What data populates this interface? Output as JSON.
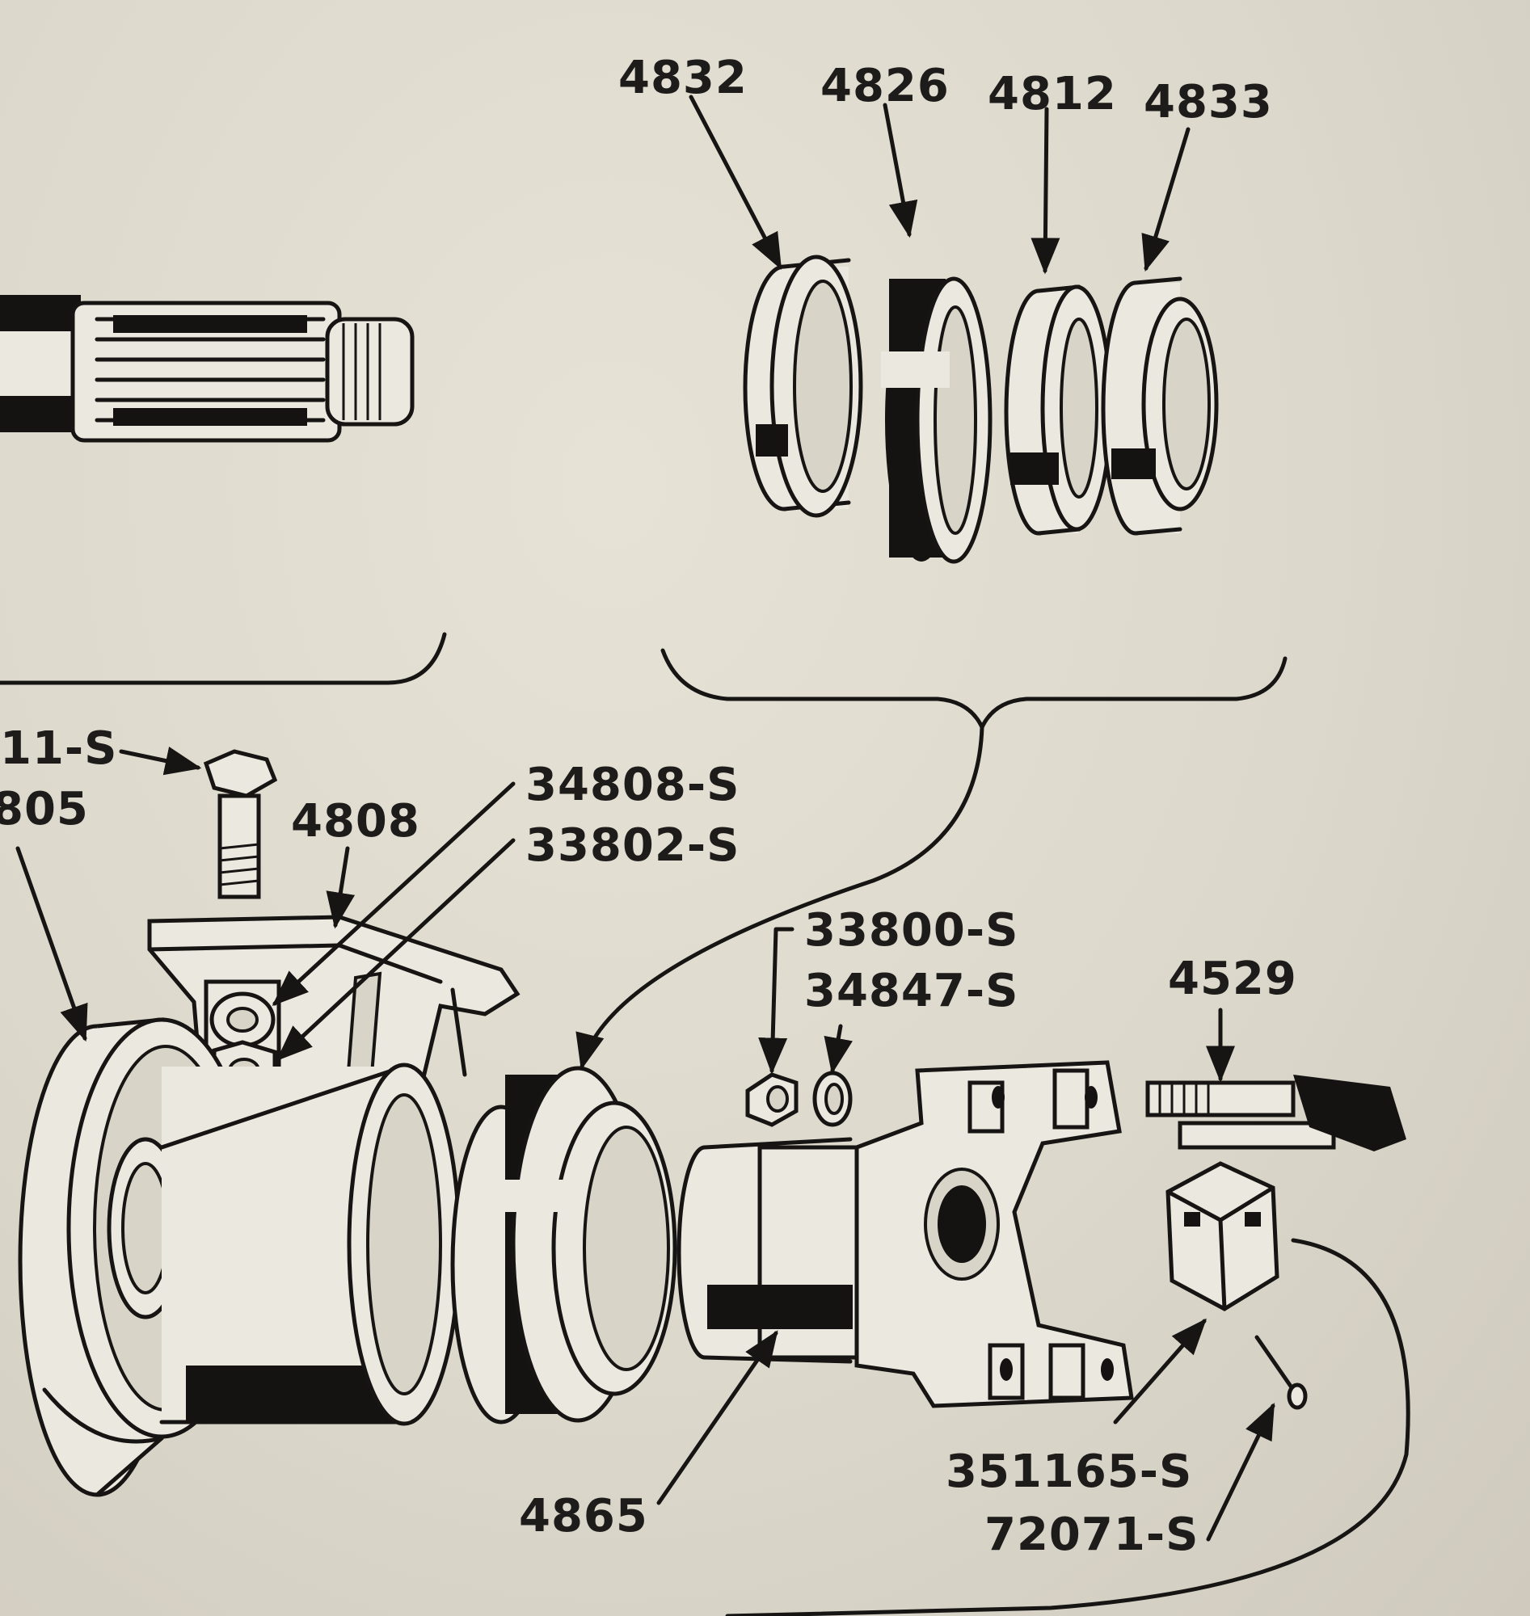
{
  "labels": {
    "p4832": "4832",
    "p4826": "4826",
    "p4812": "4812",
    "p4833": "4833",
    "p11s": "11-S",
    "p805": "805",
    "p4808": "4808",
    "p34808s": "34808-S",
    "p33802s": "33802-S",
    "p33800s": "33800-S",
    "p34847s": "34847-S",
    "p4529": "4529",
    "p4865": "4865",
    "p351165s": "351165-S",
    "p72071s": "72071-S"
  },
  "colors": {
    "paper": "#ddd9cd",
    "ink": "#161513"
  }
}
